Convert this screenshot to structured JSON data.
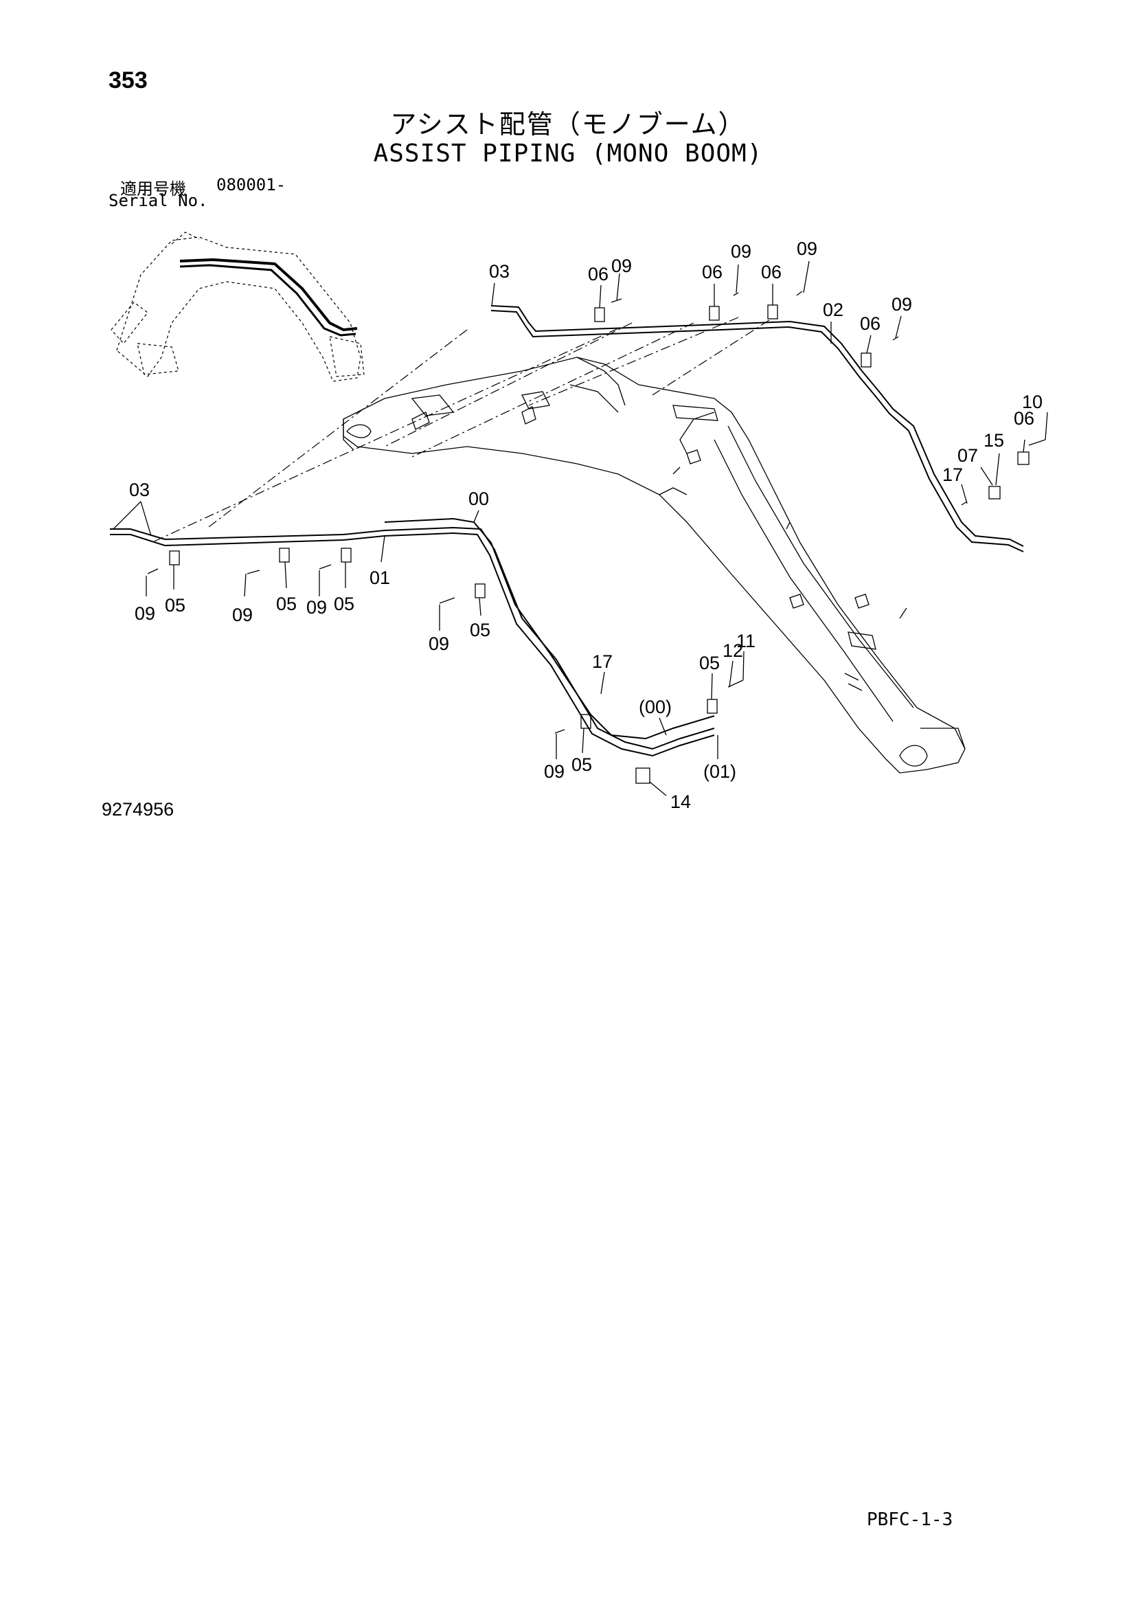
{
  "page": {
    "number": "353",
    "title_jp": "アシスト配管（モノブーム）",
    "title_en": "ASSIST PIPING (MONO BOOM)",
    "serial_label_jp": "適用号機",
    "serial_range": "080001-",
    "serial_label_en": "Serial No.",
    "figure_number": "9274956",
    "page_code": "PBFC-1-3"
  },
  "callouts": [
    {
      "id": "c-03-top",
      "label": "03"
    },
    {
      "id": "c-06-a",
      "label": "06"
    },
    {
      "id": "c-09-a",
      "label": "09"
    },
    {
      "id": "c-06-b",
      "label": "06"
    },
    {
      "id": "c-09-b",
      "label": "09"
    },
    {
      "id": "c-06-c",
      "label": "06"
    },
    {
      "id": "c-09-c",
      "label": "09"
    },
    {
      "id": "c-02",
      "label": "02"
    },
    {
      "id": "c-06-d",
      "label": "06"
    },
    {
      "id": "c-09-d",
      "label": "09"
    },
    {
      "id": "c-10",
      "label": "10"
    },
    {
      "id": "c-06-e",
      "label": "06"
    },
    {
      "id": "c-15",
      "label": "15"
    },
    {
      "id": "c-07",
      "label": "07"
    },
    {
      "id": "c-17-a",
      "label": "17"
    },
    {
      "id": "c-03-left",
      "label": "03"
    },
    {
      "id": "c-00",
      "label": "00"
    },
    {
      "id": "c-01",
      "label": "01"
    },
    {
      "id": "c-09-e",
      "label": "09"
    },
    {
      "id": "c-05-a",
      "label": "05"
    },
    {
      "id": "c-09-f",
      "label": "09"
    },
    {
      "id": "c-05-b",
      "label": "05"
    },
    {
      "id": "c-09-g",
      "label": "09"
    },
    {
      "id": "c-05-c",
      "label": "05"
    },
    {
      "id": "c-09-h",
      "label": "09"
    },
    {
      "id": "c-05-d",
      "label": "05"
    },
    {
      "id": "c-17-b",
      "label": "17"
    },
    {
      "id": "c-11",
      "label": "11"
    },
    {
      "id": "c-12",
      "label": "12"
    },
    {
      "id": "c-05-e",
      "label": "05"
    },
    {
      "id": "c-00-paren",
      "label": "(00)"
    },
    {
      "id": "c-09-i",
      "label": "09"
    },
    {
      "id": "c-05-f",
      "label": "05"
    },
    {
      "id": "c-01-paren",
      "label": "(01)"
    },
    {
      "id": "c-14",
      "label": "14"
    }
  ]
}
